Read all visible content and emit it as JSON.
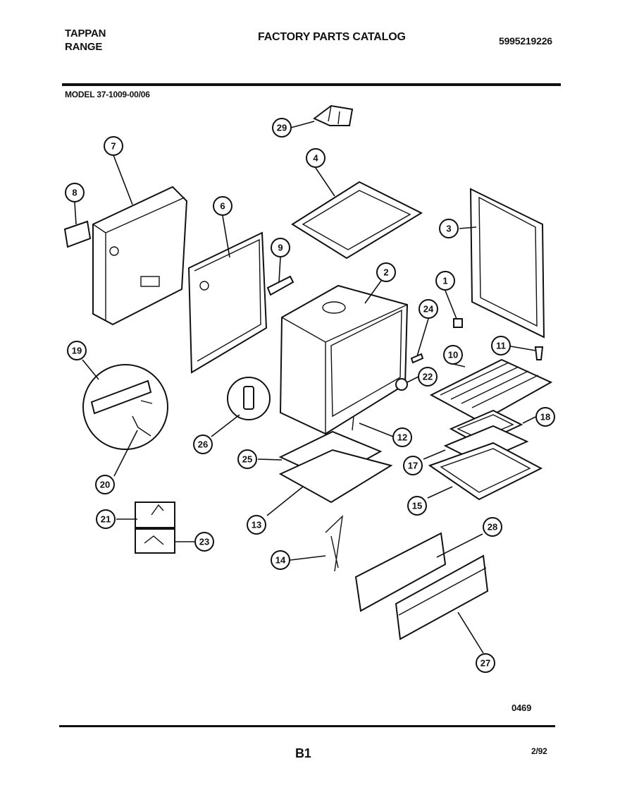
{
  "header": {
    "brand_line1": "TAPPAN",
    "brand_line2": "RANGE",
    "title": "FACTORY PARTS CATALOG",
    "catalog_number": "5995219226",
    "model": "MODEL 37-1009-00/06"
  },
  "footer": {
    "reference_code": "0469",
    "page": "B1",
    "date": "2/92"
  },
  "callouts": [
    "29",
    "7",
    "4",
    "8",
    "6",
    "3",
    "9",
    "2",
    "1",
    "24",
    "11",
    "10",
    "22",
    "19",
    "12",
    "18",
    "26",
    "25",
    "17",
    "20",
    "15",
    "13",
    "21",
    "28",
    "23",
    "14",
    "27"
  ]
}
